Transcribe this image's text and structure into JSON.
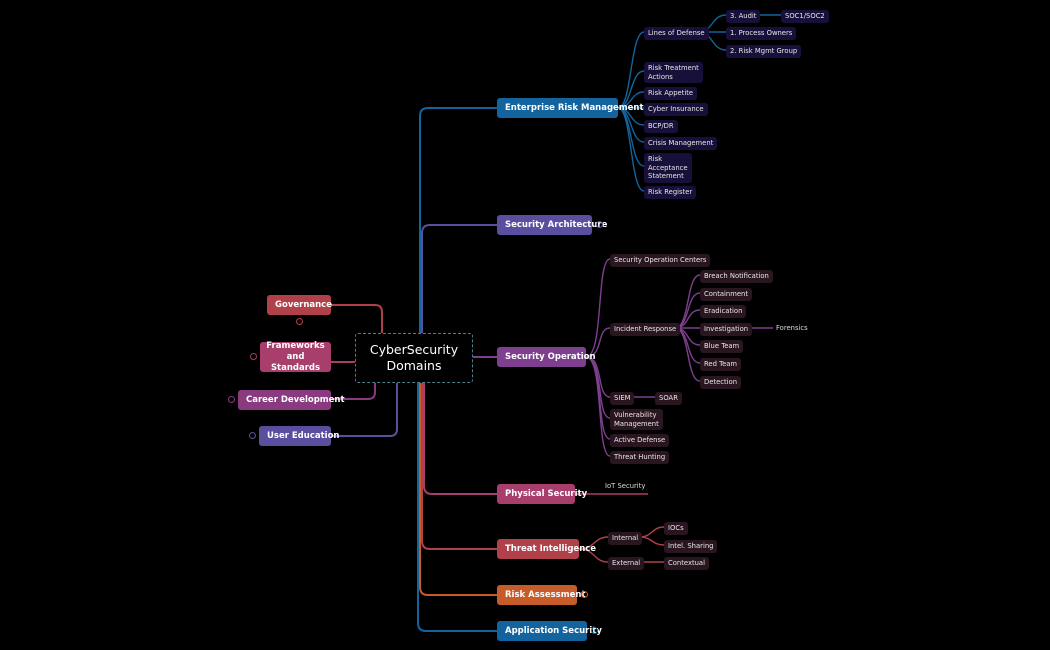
{
  "root": {
    "label": "CyberSecurity\nDomains"
  },
  "colors": {
    "erm": "#12639e",
    "purple": "#5a4f9e",
    "secop": "#7d3f8e",
    "crimson": "#b0404a",
    "pink": "#a73e6c",
    "orange": "#c75b2a",
    "magenta": "#8a3a7f"
  },
  "left": {
    "governance": "Governance",
    "frameworks": "Frameworks\nand Standards",
    "career": "Career Development",
    "education": "User Education"
  },
  "erm": {
    "label": "Enterprise Risk Management",
    "lines_of_defense": "Lines of Defense",
    "audit": "3. Audit",
    "soc": "SOC1/SOC2",
    "process_owners": "1. Process Owners",
    "risk_mgmt_group": "2. Risk Mgmt Group",
    "risk_treatment": "Risk Treatment\nActions",
    "risk_appetite": "Risk Appetite",
    "cyber_insurance": "Cyber Insurance",
    "bcp": "BCP/DR",
    "crisis": "Crisis Management",
    "acceptance": "Risk\nAcceptance\nStatement",
    "register": "Risk Register"
  },
  "arch": {
    "label": "Security Architecture"
  },
  "secop": {
    "label": "Security Operation",
    "soc_centers": "Security Operation Centers",
    "incident_response": "Incident Response",
    "breach": "Breach Notification",
    "containment": "Containment",
    "eradication": "Eradication",
    "investigation": "Investigation",
    "forensics": "Forensics",
    "blue": "Blue Team",
    "red": "Red Team",
    "detection": "Detection",
    "siem": "SIEM",
    "soar": "SOAR",
    "vuln": "Vulnerability\nManagement",
    "active": "Active Defense",
    "hunting": "Threat Hunting"
  },
  "physical": {
    "label": "Physical Security",
    "iot": "IoT Security"
  },
  "threat": {
    "label": "Threat Intelligence",
    "internal": "Internal",
    "iocs": "IOCs",
    "sharing": "Intel. Sharing",
    "external": "External",
    "contextual": "Contextual"
  },
  "risk_assessment": {
    "label": "Risk Assessment"
  },
  "appsec": {
    "label": "Application Security"
  }
}
